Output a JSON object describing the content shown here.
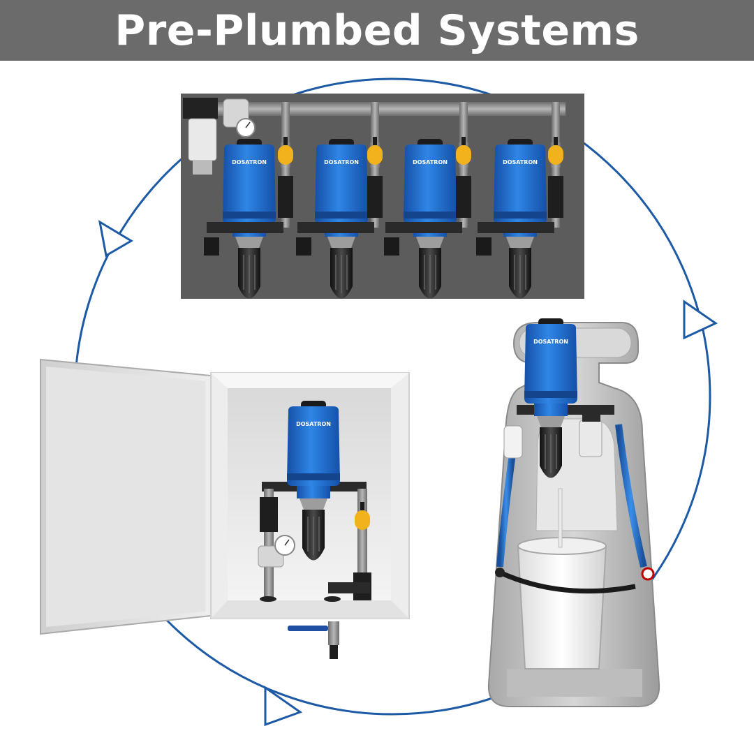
{
  "title": "Pre-Plumbed Systems",
  "brand": "DOSATRON",
  "colors": {
    "title_bar": "#6b6b6b",
    "cycle_arrow": "#1d5aa6",
    "dosatron_blue": "#1f6fd0",
    "panel_gray": "#5c5c5c",
    "valve_yellow": "#f2b21c"
  },
  "systems": [
    {
      "label": "wall-panel-manifold",
      "unit_count": 4
    },
    {
      "label": "mobile-cart",
      "unit_count": 1
    },
    {
      "label": "wall-cabinet",
      "unit_count": 1
    }
  ]
}
